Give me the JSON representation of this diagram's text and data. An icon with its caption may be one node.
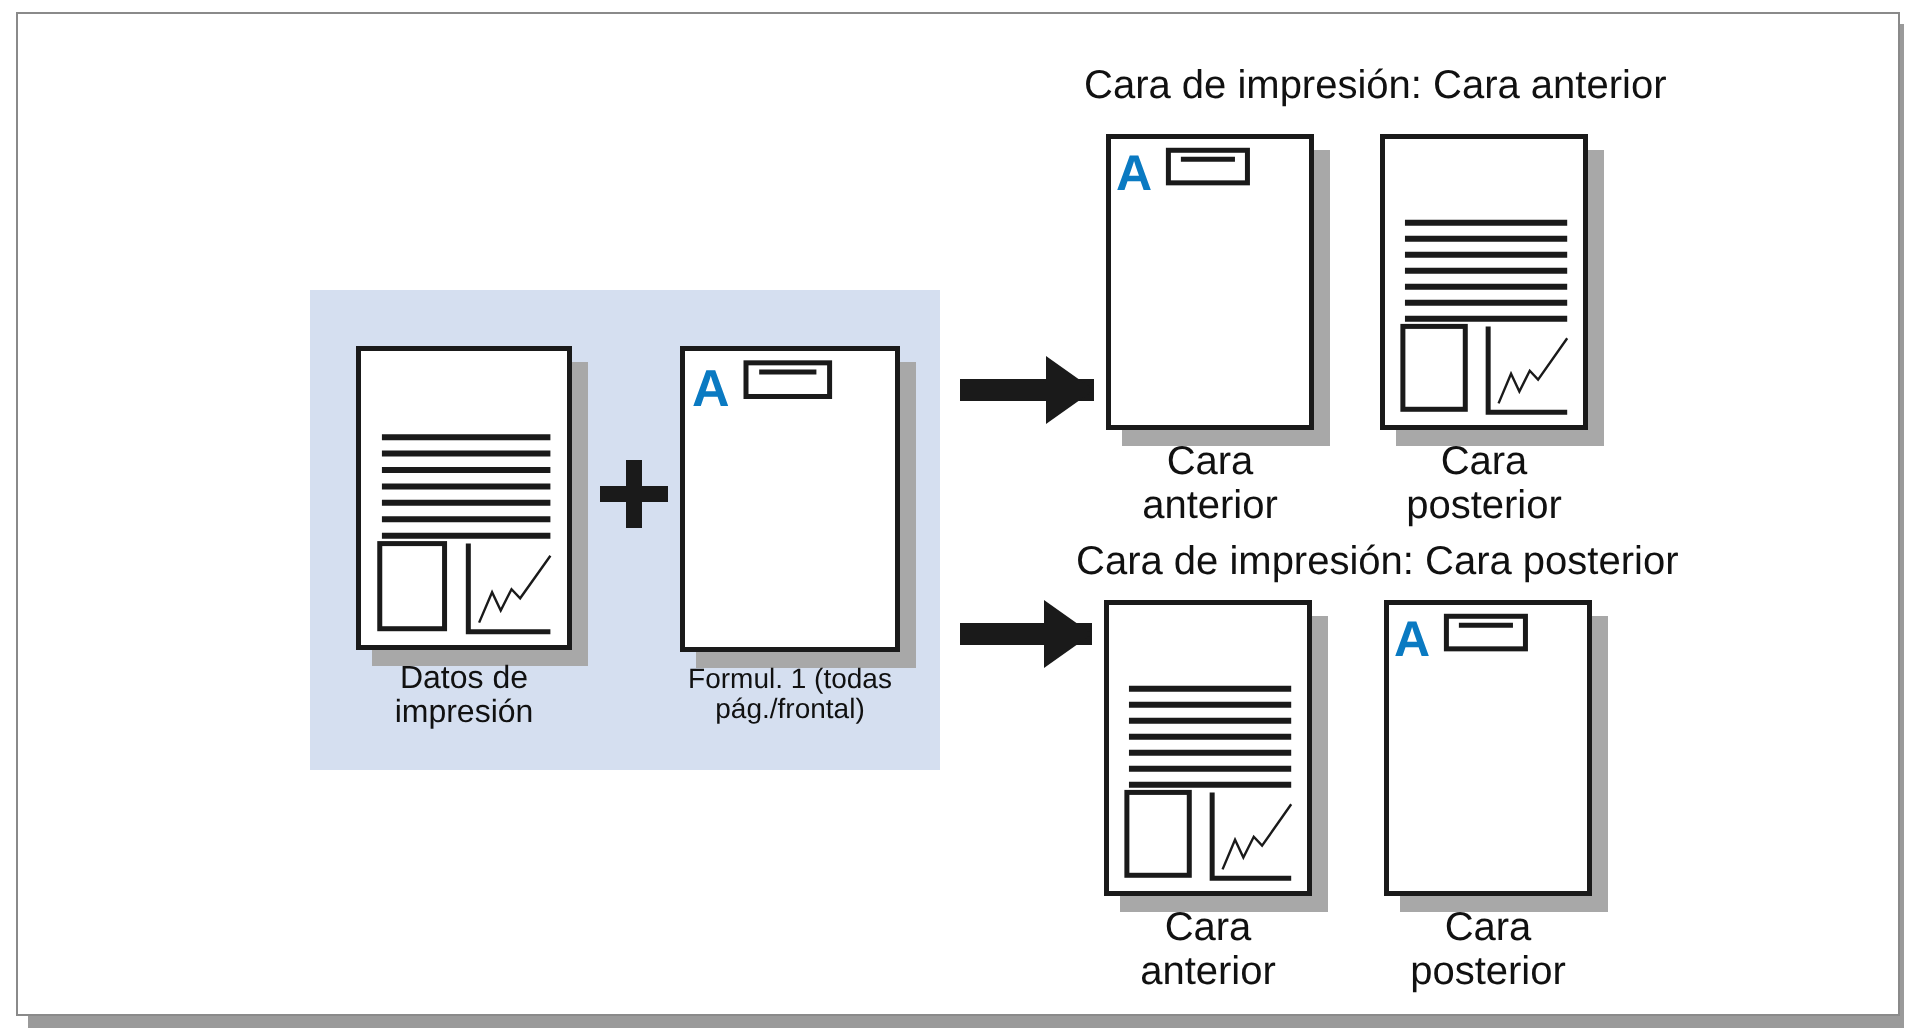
{
  "diagram": {
    "nodes": [
      {
        "text": [],
        "shape": "box"
      },
      {
        "text": [
          "Datos de impresión"
        ],
        "in": 0
      },
      {
        "text": [
          "A",
          "Formul. 1 (todas pág./frontal)"
        ],
        "in": 0
      },
      {
        "text": [
          "A",
          "Cara anterior"
        ]
      },
      {
        "text": [
          "Cara posterior"
        ]
      },
      {
        "text": [
          "Cara anterior"
        ]
      },
      {
        "text": [
          "A",
          "Cara posterior"
        ]
      }
    ],
    "edges": [
      {
        "from": 0,
        "to": 3,
        "arrow": "to"
      },
      {
        "from": 0,
        "to": 5,
        "arrow": "to"
      }
    ],
    "labels": [
      "Cara de impresión: Cara anterior",
      "Cara de impresión: Cara posterior"
    ]
  }
}
